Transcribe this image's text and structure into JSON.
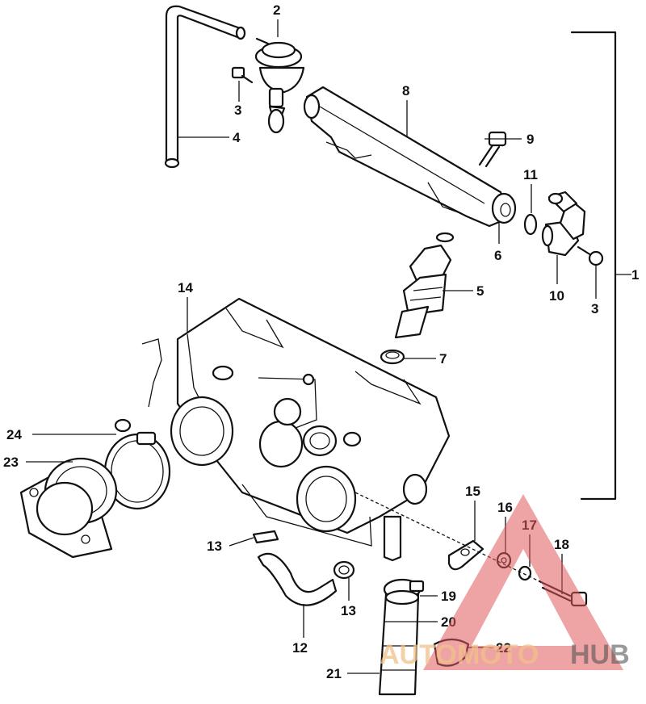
{
  "diagram": {
    "callouts": [
      "1",
      "2",
      "3",
      "4",
      "5",
      "6",
      "7",
      "8",
      "9",
      "10",
      "11",
      "12",
      "13",
      "14",
      "15",
      "16",
      "17",
      "18",
      "19",
      "20",
      "21",
      "22",
      "23",
      "24"
    ],
    "labels": {
      "l1": "1",
      "l2": "2",
      "l3a": "3",
      "l3b": "3",
      "l4": "4",
      "l5": "5",
      "l6": "6",
      "l7": "7",
      "l8": "8",
      "l9": "9",
      "l10": "10",
      "l11": "11",
      "l12": "12",
      "l13a": "13",
      "l13b": "13",
      "l14": "14",
      "l15": "15",
      "l16": "16",
      "l17": "17",
      "l18": "18",
      "l19": "19",
      "l20": "20",
      "l21": "21",
      "l22": "22",
      "l23": "23",
      "l24": "24"
    }
  },
  "watermark": {
    "text_auto": "AUTO",
    "text_moto": "MOTO",
    "text_hub": "HUB",
    "triangle_color": "#e05a5a",
    "accent_color": "#f0c08a"
  }
}
